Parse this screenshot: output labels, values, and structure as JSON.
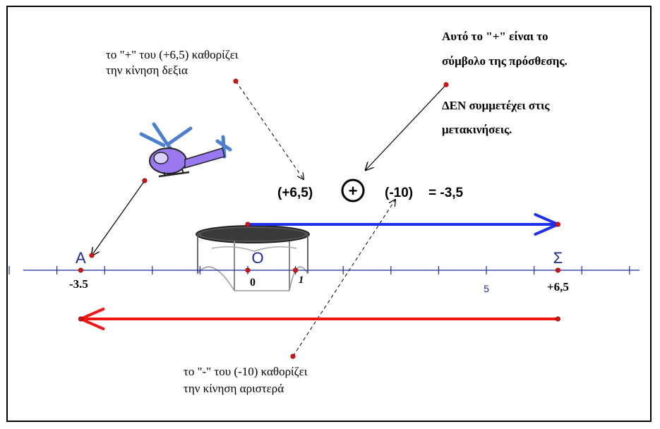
{
  "annotations": {
    "plus_sign_direction": [
      "το \"+\" του (+6,5) καθορίζει",
      "την κίνηση δεξια"
    ],
    "plus_is_addition": [
      "Αυτό το \"+\" είναι το",
      "σύμβολο της πρόσθεσης."
    ],
    "not_in_movement": [
      "ΔΕΝ συμμετέχει στις",
      "μετακινήσεις."
    ],
    "minus_sign_direction": [
      "το \"-\" του (-10) καθορίζει",
      "την κίνηση αριστερά"
    ]
  },
  "equation": {
    "first_term": "(+6,5)",
    "operator": "+",
    "second_term": "(-10)",
    "result": "= -3,5"
  },
  "number_line": {
    "points": [
      {
        "name": "Α",
        "label": "-3.5",
        "value": -3.5
      },
      {
        "name": "O",
        "label": "0",
        "value": 0
      },
      {
        "name": "",
        "label": "1",
        "value": 1
      },
      {
        "name": "",
        "label": "5",
        "value": 5
      },
      {
        "name": "Σ",
        "label": "+6,5",
        "value": 6.5
      }
    ],
    "tick_range": [
      -5,
      8
    ]
  },
  "vectors": {
    "blue": {
      "from": 0,
      "to": 6.5,
      "color": "#1f2ff0"
    },
    "red": {
      "from": 6.5,
      "to": -3.5,
      "color": "#f01414"
    }
  },
  "colors": {
    "point": "#e01010",
    "axis": "#1a2a9a",
    "helicopter": "#9a78f0"
  }
}
